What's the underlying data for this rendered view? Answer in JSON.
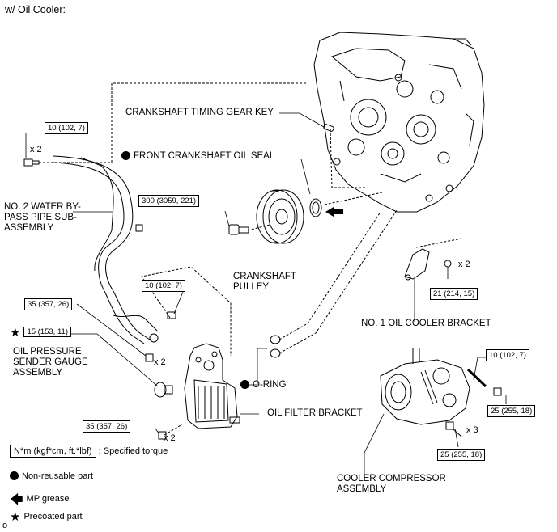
{
  "heading": "w/ Oil Cooler:",
  "labels": {
    "timing_key": "CRANKSHAFT TIMING GEAR KEY",
    "front_seal": "FRONT CRANKSHAFT OIL SEAL",
    "water_bypass_pipe": "NO. 2 WATER BY-PASS PIPE SUB-ASSEMBLY",
    "crankshaft_pulley": "CRANKSHAFT PULLEY",
    "oil_pressure_sender": "OIL PRESSURE SENDER GAUGE ASSEMBLY",
    "o_ring": "O-RING",
    "oil_filter_bracket": "OIL FILTER BRACKET",
    "oil_cooler_bracket": "NO. 1 OIL COOLER BRACKET",
    "cooler_compressor": "COOLER COMPRESSOR ASSEMBLY"
  },
  "torques": {
    "pipe_bolt_top": "10 (102, 7)",
    "pulley_bolt": "300 (3059, 221)",
    "filter_bracket_bolt": "10 (102, 7)",
    "pipe_nut_left": "35 (357, 26)",
    "sender_gauge": "15 (153, 11)",
    "bracket_bolt_bottom": "35 (357, 26)",
    "oil_cooler_bracket_bolt": "21 (214, 15)",
    "compressor_stud": "10 (102, 7)",
    "compressor_nut": "25 (255, 18)",
    "compressor_bolt": "25 (255, 18)"
  },
  "quantities": {
    "pipe_bolt_top": "x 2",
    "pipe_nut_left": "x 2",
    "bracket_bolt_bottom": "x 2",
    "oil_cooler_bracket_bolt": "x 2",
    "compressor_bolt": "x 3"
  },
  "legend": {
    "torque_unit": "N*m (kgf*cm, ft.*lbf)",
    "torque_desc": ": Specified torque",
    "non_reusable": "Non-reusable part",
    "mp_grease": "MP grease",
    "precoated": "Precoated part"
  },
  "footer_mark": "o",
  "icons": {
    "non_reusable": "filled-circle-icon",
    "mp_grease": "left-arrow-icon",
    "precoated": "star-icon"
  }
}
